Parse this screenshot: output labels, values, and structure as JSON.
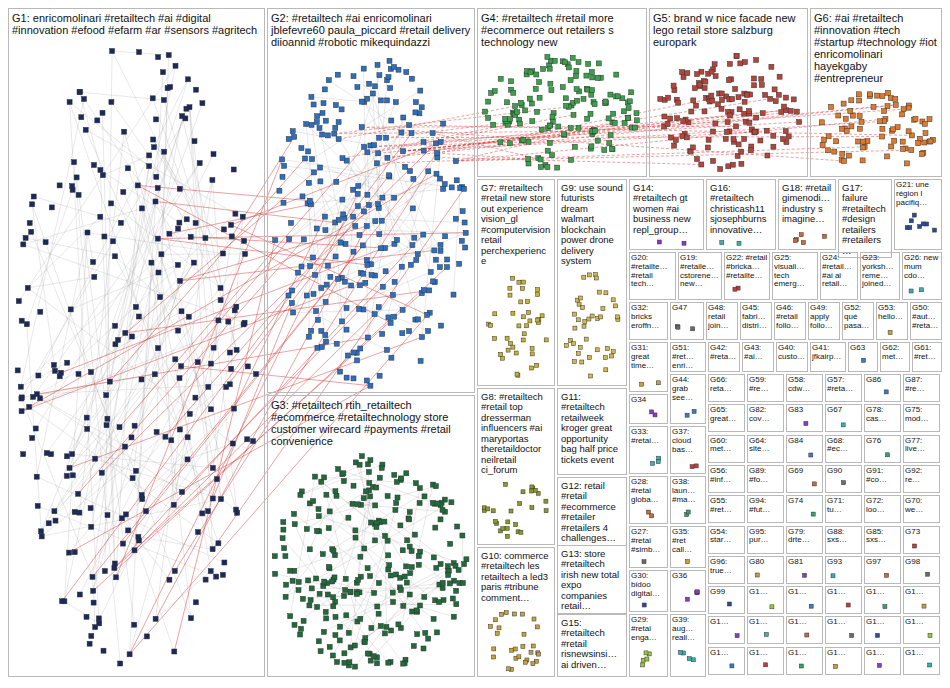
{
  "diagram": {
    "nodes": [
      {
        "text": [
          "G1: enricomolinari #retailtech #ai #digital #innovation #efood #efarm #ar #sensors #agritech"
        ]
      },
      {
        "text": [
          "G2: #retailtech #ai enricomolinari jblefevre60 paula_piccard #retail delivery diioannid #robotic mikequindazzi"
        ]
      },
      {
        "text": [
          "G3: #retailtech rtih_retailtech #ecommerce #retailtechnology store customer wirecard #payments #retail convenience"
        ]
      },
      {
        "text": [
          "G4: #retailtech #retail more #ecommerce out retailers s technology new"
        ]
      },
      {
        "text": [
          "G5: brand w nice facade new lego retail store salzburg europark"
        ]
      },
      {
        "text": [
          "G6: #ai #retailtech #innovation #tech #startup #technology #iot enricomolinari hayekgaby #entrepreneur"
        ]
      },
      {
        "text": [
          "G7: #retailtech #retail new store out experience vision_gl #computervision retail perchexperience"
        ]
      },
      {
        "text": [
          "G8: #retailtech #retail top dresserman influencers #ai maryportas theretaildoctor neilretail ci_forum"
        ]
      },
      {
        "text": [
          "G10: commerce #retailtech les retailtech a led3 paris #tribune comment…"
        ]
      },
      {
        "text": [
          "G9: use sound futurists dream walmart blockchain power drone delivery system"
        ]
      },
      {
        "text": [
          "G11: #retailtech retailweek kroger great opportunity bag half price tickets event"
        ]
      },
      {
        "text": [
          "G12: retail #retail #ecommerce #retailer #retailers 4 challenges…"
        ]
      },
      {
        "text": [
          "G13: store #retailtech irish new total expo companies retail…"
        ]
      },
      {
        "text": [
          "G15: #retailtech #retail risnewsinsi… ai driven…"
        ]
      },
      {
        "text": [
          "G14: #retailtech gt women #ai business new repl_group…"
        ]
      },
      {
        "text": [
          "G16: #retailtech christicash11 sjosephburns innovative…"
        ]
      },
      {
        "text": [
          "G18: #retail gimenodi… industry s imagine…"
        ]
      },
      {
        "text": [
          "G17: failure #retailtech #design retailers #retailers…"
        ]
      },
      {
        "text": [
          "G21: une région l pacifiq…"
        ]
      },
      {
        "text": [
          "G20: #retailte… #retail tech…"
        ]
      },
      {
        "text": [
          "G19: #retaile… cstorene… new…"
        ]
      },
      {
        "text": [
          "G22: #retail #bricka… #retailte…"
        ]
      },
      {
        "text": [
          "G25: visuali… tech emerg…"
        ]
      },
      {
        "text": [
          "G24: #retail… #ai ai retail…"
        ]
      },
      {
        "text": [
          "G23: yorksh… reme… joined…"
        ]
      },
      {
        "text": [
          "G26: new mum cdo…"
        ]
      },
      {
        "text": [
          "G32: bricks eroffn…"
        ]
      },
      {
        "text": [
          "G47"
        ]
      },
      {
        "text": [
          "G48: retail join…"
        ]
      },
      {
        "text": [
          "G45: fabri… distri…"
        ]
      },
      {
        "text": [
          "G46: #retail follo…"
        ]
      },
      {
        "text": [
          "G49: apply follo…"
        ]
      },
      {
        "text": [
          "G52: qué pasa…"
        ]
      },
      {
        "text": [
          "G53: hello…"
        ]
      },
      {
        "text": [
          "G50: #aut… #reta…"
        ]
      },
      {
        "text": [
          "G51: #ret… enri…"
        ]
      },
      {
        "text": [
          "G42: #reta…"
        ]
      },
      {
        "text": [
          "G43: #ai…"
        ]
      },
      {
        "text": [
          "G40: custo…"
        ]
      },
      {
        "text": [
          "G41: jfkairp…"
        ]
      },
      {
        "text": [
          "G63"
        ]
      },
      {
        "text": [
          "G62: met…"
        ]
      },
      {
        "text": [
          "G61: #ret…"
        ]
      },
      {
        "text": [
          "G31: great time…"
        ]
      },
      {
        "text": [
          "G34"
        ]
      },
      {
        "text": [
          "G33: #retai…"
        ]
      },
      {
        "text": [
          "G28: #retai globa…"
        ]
      },
      {
        "text": [
          "G27: #retai #simb…"
        ]
      },
      {
        "text": [
          "G30: bidoo digital…"
        ]
      },
      {
        "text": [
          "G29: #retai enga…"
        ]
      },
      {
        "text": [
          "G44: grab see…"
        ]
      },
      {
        "text": [
          "G37: cloud bas…"
        ]
      },
      {
        "text": [
          "G38: laun… #ma…"
        ]
      },
      {
        "text": [
          "G35: #ret call…"
        ]
      },
      {
        "text": [
          "G36"
        ]
      },
      {
        "text": [
          "G39: aug… reali…"
        ]
      },
      {
        "text": [
          "G66: reta…"
        ]
      },
      {
        "text": [
          "G59: #re…"
        ]
      },
      {
        "text": [
          "G58: cdw…"
        ]
      },
      {
        "text": [
          "G57: #reta…"
        ]
      },
      {
        "text": [
          "G86"
        ]
      },
      {
        "text": [
          "G87: #re…"
        ]
      },
      {
        "text": [
          "G65: great…"
        ]
      },
      {
        "text": [
          "G82: cov…"
        ]
      },
      {
        "text": [
          "G83"
        ]
      },
      {
        "text": [
          "G67"
        ]
      },
      {
        "text": [
          "G78: cas…"
        ]
      },
      {
        "text": [
          "G75: mod…"
        ]
      },
      {
        "text": [
          "G60: met…"
        ]
      },
      {
        "text": [
          "G64: site…"
        ]
      },
      {
        "text": [
          "G84"
        ]
      },
      {
        "text": [
          "G68: #ec…"
        ]
      },
      {
        "text": [
          "G76"
        ]
      },
      {
        "text": [
          "G77: live…"
        ]
      },
      {
        "text": [
          "G56: #inf…"
        ]
      },
      {
        "text": [
          "G89: #fo…"
        ]
      },
      {
        "text": [
          "G69"
        ]
      },
      {
        "text": [
          "G90"
        ]
      },
      {
        "text": [
          "G91: #co…"
        ]
      },
      {
        "text": [
          "G92: re…"
        ]
      },
      {
        "text": [
          "G55: #ret…"
        ]
      },
      {
        "text": [
          "G94: #fut…"
        ]
      },
      {
        "text": [
          "G74"
        ]
      },
      {
        "text": [
          "G71: tu…"
        ]
      },
      {
        "text": [
          "G72: loo…"
        ]
      },
      {
        "text": [
          "G70: we…"
        ]
      },
      {
        "text": [
          "G54: star…"
        ]
      },
      {
        "text": [
          "G95: pur…"
        ]
      },
      {
        "text": [
          "G79: drte…"
        ]
      },
      {
        "text": [
          "G88: sxs…"
        ]
      },
      {
        "text": [
          "G85: sxs…"
        ]
      },
      {
        "text": [
          "G73"
        ]
      },
      {
        "text": [
          "G96: true…"
        ]
      },
      {
        "text": [
          "G80"
        ]
      },
      {
        "text": [
          "G81"
        ]
      },
      {
        "text": [
          "G93"
        ]
      },
      {
        "text": [
          "G97"
        ]
      },
      {
        "text": [
          "G98"
        ]
      },
      {
        "text": [
          "G99"
        ]
      },
      {
        "text": [
          "G1…"
        ]
      },
      {
        "text": [
          "G1…"
        ]
      },
      {
        "text": [
          "G1…"
        ]
      },
      {
        "text": [
          "G1…"
        ]
      },
      {
        "text": [
          "G1…"
        ]
      },
      {
        "text": [
          "G1…"
        ]
      },
      {
        "text": [
          "G1…"
        ]
      },
      {
        "text": [
          "G1…"
        ]
      },
      {
        "text": [
          "G1…"
        ]
      },
      {
        "text": [
          "G1…"
        ]
      },
      {
        "text": [
          "G1…"
        ]
      },
      {
        "text": [
          "G1…"
        ]
      },
      {
        "text": [
          "G1…"
        ]
      },
      {
        "text": [
          "G1…"
        ]
      },
      {
        "text": [
          "G1…"
        ]
      },
      {
        "text": [
          "G1…"
        ]
      },
      {
        "text": [
          "G1…"
        ]
      }
    ]
  }
}
